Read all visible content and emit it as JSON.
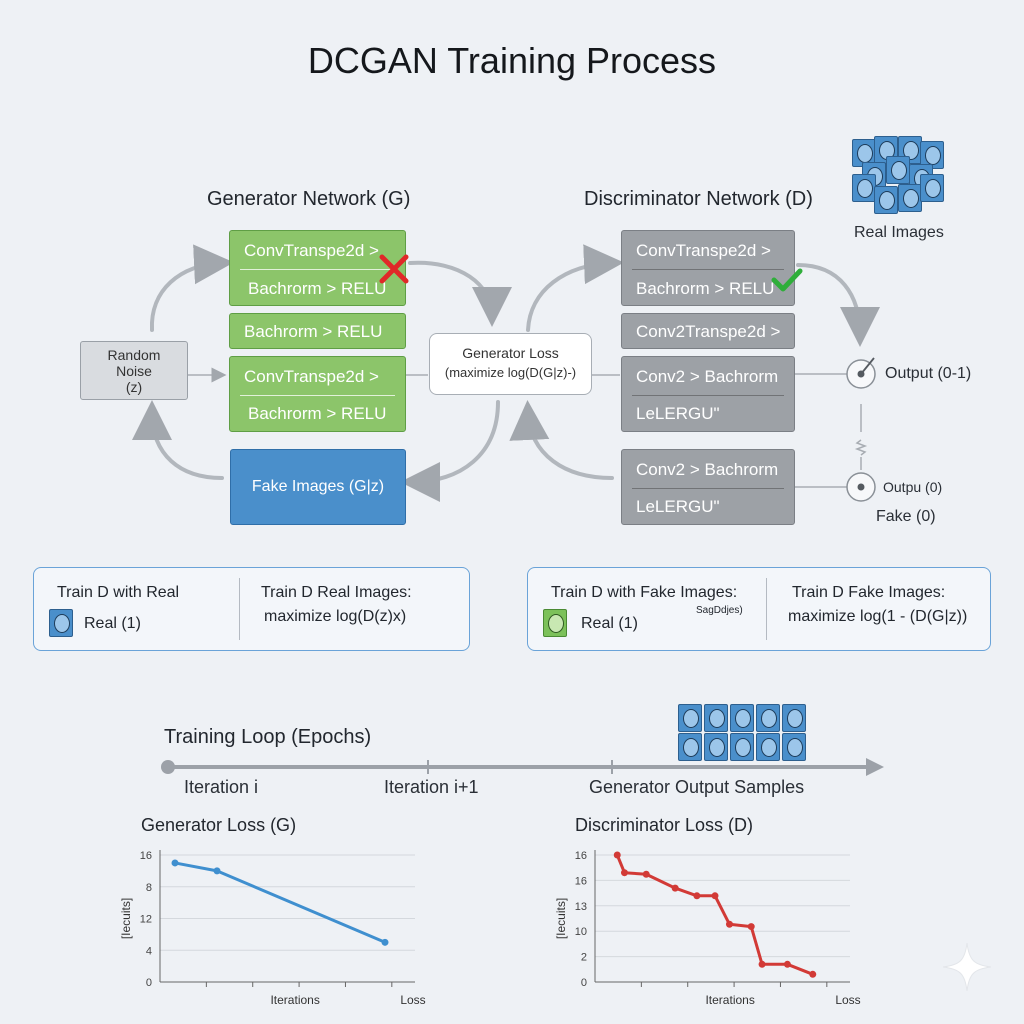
{
  "title": "DCGAN Training Process",
  "generator": {
    "title": "Generator Network (G)",
    "block1": {
      "line1": "ConvTranspe2d >",
      "line2": "Bachrorm > RELU"
    },
    "block2": {
      "line1": "Bachrorm > RELU"
    },
    "block3": {
      "line1": "ConvTranspe2d >",
      "line2": "Bachrorm > RELU"
    },
    "fake_images": "Fake Images (G|z)",
    "cross_icon_color": "#e02828"
  },
  "noise": {
    "line1": "Random",
    "line2": "Noise",
    "line3": "(z)"
  },
  "generator_loss": {
    "line1": "Generator Loss",
    "line2": "(maximize log(D(G|z)-)"
  },
  "discriminator": {
    "title": "Discriminator Network (D)",
    "block1": {
      "line1": "ConvTranspe2d >",
      "line2": "Bachrorm > RELU"
    },
    "block2": {
      "line1": "Conv2Transpe2d >"
    },
    "block3": {
      "line1": "Conv2 > Bachrorm",
      "line2": "LeLERGU\""
    },
    "block4": {
      "line1": "Conv2 > Bachrorm",
      "line2": "LeLERGU\""
    },
    "check_icon_color": "#2fae3a"
  },
  "real_images_label": "Real Images",
  "output_top": "Output (0-1)",
  "output_bottom": "Outpu (0)",
  "fake_label": "Fake (0)",
  "panel_left": {
    "col1_title": "Train D with Real",
    "col1_label": "Real (1)",
    "col2_title": "Train D Real Images:",
    "col2_text": "maximize log(D(z)x)"
  },
  "panel_right": {
    "col1_title": "Train D with Fake Images:",
    "col1_sub": "SagDdjes)",
    "col1_label": "Real (1)",
    "col2_title": "Train D Fake Images:",
    "col2_text": "maximize log(1 - (D(G|z))"
  },
  "training_loop": {
    "title": "Training Loop (Epochs)",
    "iter1": "Iteration i",
    "iter2": "Iteration i+1",
    "samples": "Generator Output Samples"
  },
  "chart_data": [
    {
      "type": "line",
      "title": "Generator Loss (G)",
      "ylabel": "[Iecuits]",
      "xlabel": "Iterations",
      "x_end_label": "Loss",
      "y_tick_labels": [
        "0",
        "4",
        "12",
        "8",
        "16"
      ],
      "x": [
        0,
        1,
        5
      ],
      "values": [
        15,
        14,
        5
      ],
      "ylim": [
        0,
        16
      ],
      "color": "#3f8fcf"
    },
    {
      "type": "line",
      "title": "Discriminator Loss (D)",
      "ylabel": "[Iecuits]",
      "xlabel": "Iterations",
      "x_end_label": "Loss",
      "y_tick_labels": [
        "0",
        "2",
        "10",
        "13",
        "16",
        "16"
      ],
      "x": [
        0.2,
        0.4,
        1.0,
        1.8,
        2.4,
        2.9,
        3.3,
        3.9,
        4.2,
        4.9,
        5.6
      ],
      "values": [
        16.5,
        14.2,
        14.0,
        12.2,
        11.2,
        11.2,
        7.5,
        7.2,
        2.3,
        2.3,
        1.0
      ],
      "ylim": [
        0,
        16.5
      ],
      "color": "#d23a36"
    }
  ]
}
